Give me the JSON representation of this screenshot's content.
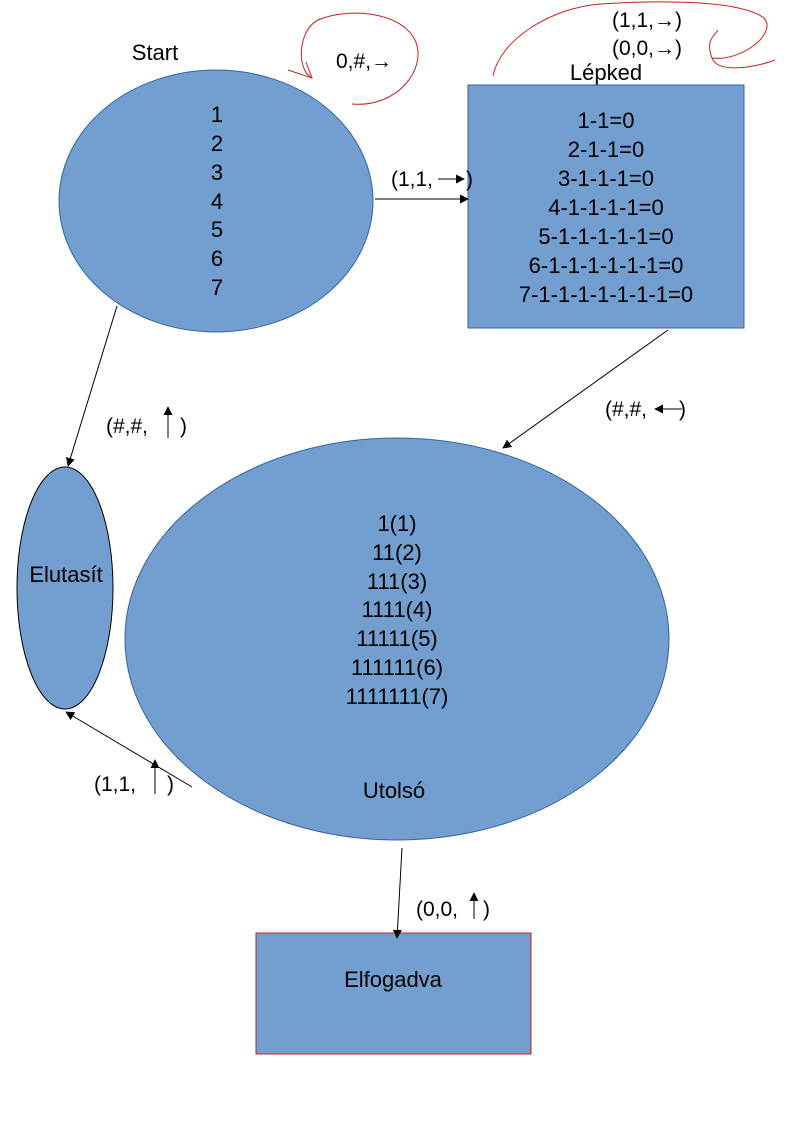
{
  "colors": {
    "node_fill": "#729fcf",
    "node_stroke": "#3465a4",
    "accept_stroke": "#c9211e",
    "edge": "#000000",
    "annotation": "#c9211e"
  },
  "states": {
    "start": {
      "label": "Start",
      "lines": [
        "1",
        "2",
        "3",
        "4",
        "5",
        "6",
        "7"
      ]
    },
    "lepked": {
      "label": "Lépked",
      "lines": [
        "1-1=0",
        "2-1-1=0",
        "3-1-1-1=0",
        "4-1-1-1-1=0",
        "5-1-1-1-1-1=0",
        "6-1-1-1-1-1-1=0",
        "7-1-1-1-1-1-1-1=0"
      ]
    },
    "utolso": {
      "label": "Utolsó",
      "lines": [
        "1(1)",
        "11(2)",
        "111(3)",
        "1111(4)",
        "11111(5)",
        "111111(6)",
        "1111111(7)"
      ]
    },
    "elutasit": {
      "label": "Elutasít"
    },
    "elfogadva": {
      "label": "Elfogadva"
    }
  },
  "transitions": {
    "start_loop": "0,#,→",
    "start_to_lepked": "(1,1,",
    "start_to_lepked_end": ")",
    "lepked_loop_1": "(1,1,→)",
    "lepked_loop_2": "(0,0,→)",
    "lepked_to_utolso": "(#,#,",
    "lepked_to_utolso_end": ")",
    "start_to_elutasit": "(#,#,",
    "start_to_elutasit_end": ")",
    "utolso_to_elutasit": "(1,1,",
    "utolso_to_elutasit_end": ")",
    "utolso_to_elfogadva": "(0,0,",
    "utolso_to_elfogadva_end": ")"
  }
}
